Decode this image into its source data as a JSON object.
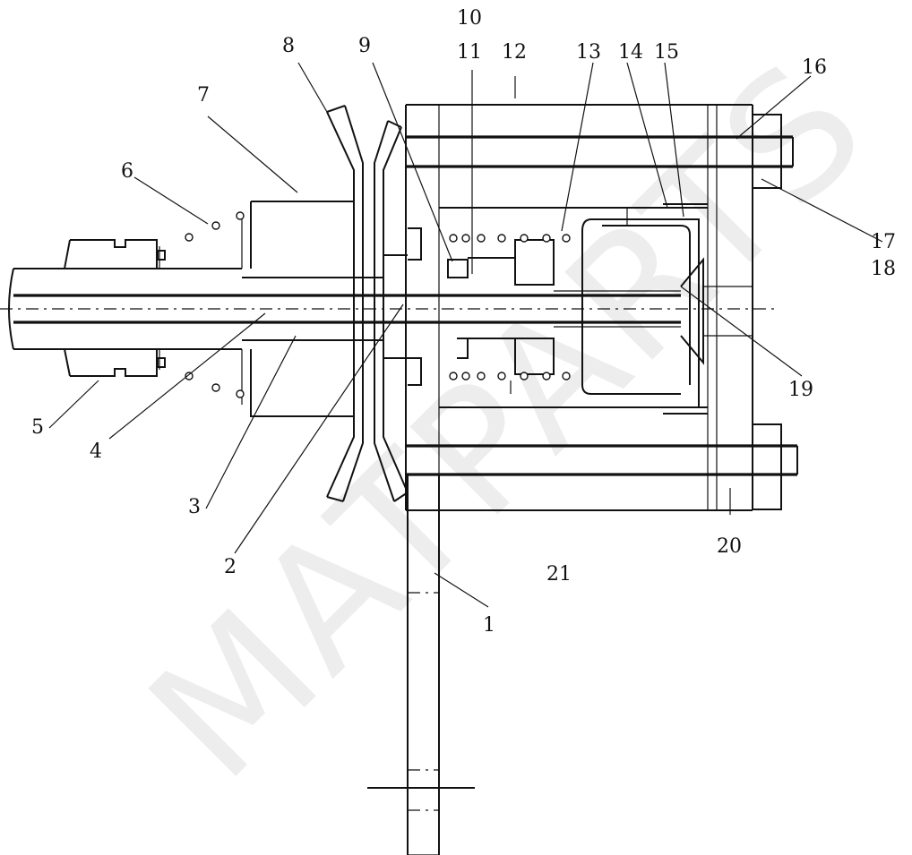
{
  "watermark": "MATPARTS",
  "callouts": [
    {
      "id": "c1",
      "text": "1"
    },
    {
      "id": "c2",
      "text": "2"
    },
    {
      "id": "c3",
      "text": "3"
    },
    {
      "id": "c4",
      "text": "4"
    },
    {
      "id": "c5",
      "text": "5"
    },
    {
      "id": "c6",
      "text": "6"
    },
    {
      "id": "c7",
      "text": "7"
    },
    {
      "id": "c8",
      "text": "8"
    },
    {
      "id": "c9",
      "text": "9"
    },
    {
      "id": "c10",
      "text": "10"
    },
    {
      "id": "c11",
      "text": "11"
    },
    {
      "id": "c12",
      "text": "12"
    },
    {
      "id": "c13",
      "text": "13"
    },
    {
      "id": "c14",
      "text": "14"
    },
    {
      "id": "c15",
      "text": "15"
    },
    {
      "id": "c16",
      "text": "16"
    },
    {
      "id": "c17",
      "text": "17"
    },
    {
      "id": "c18",
      "text": "18"
    },
    {
      "id": "c19",
      "text": "19"
    },
    {
      "id": "c20",
      "text": "20"
    },
    {
      "id": "c21",
      "text": "21"
    }
  ]
}
